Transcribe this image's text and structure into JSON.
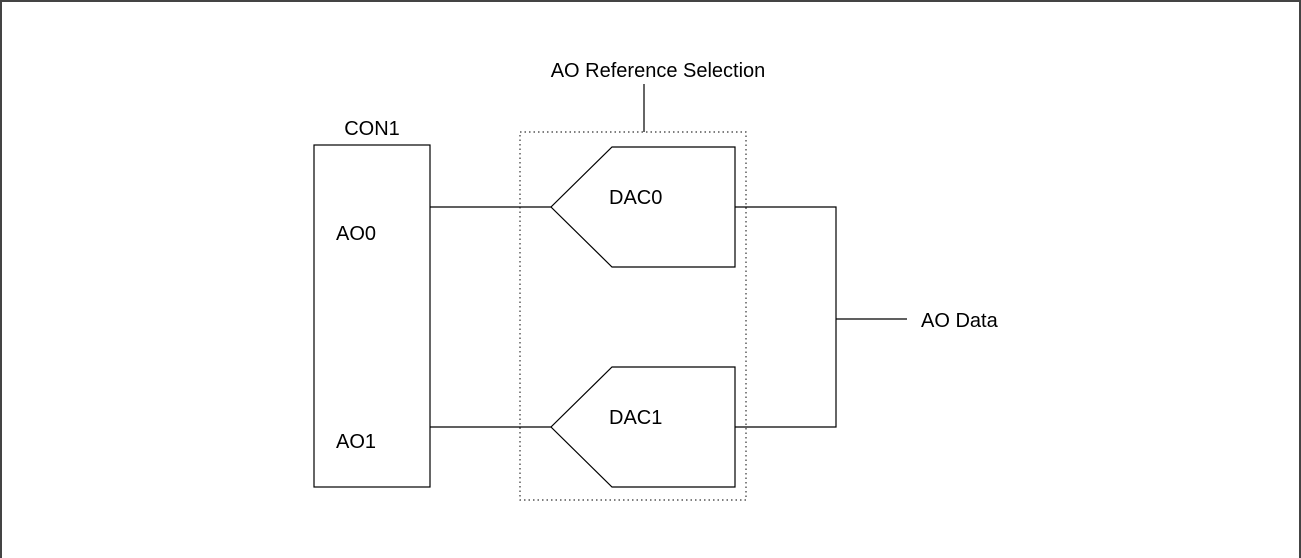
{
  "diagram": {
    "title": "AO Reference Selection",
    "connector": {
      "label": "CON1",
      "pins": [
        "AO0",
        "AO1"
      ]
    },
    "dacs": [
      "DAC0",
      "DAC1"
    ],
    "output_label": "AO Data"
  },
  "colors": {
    "line": "#000000",
    "background": "#ffffff",
    "frame": "#444444",
    "dotted_box": "#333333"
  }
}
